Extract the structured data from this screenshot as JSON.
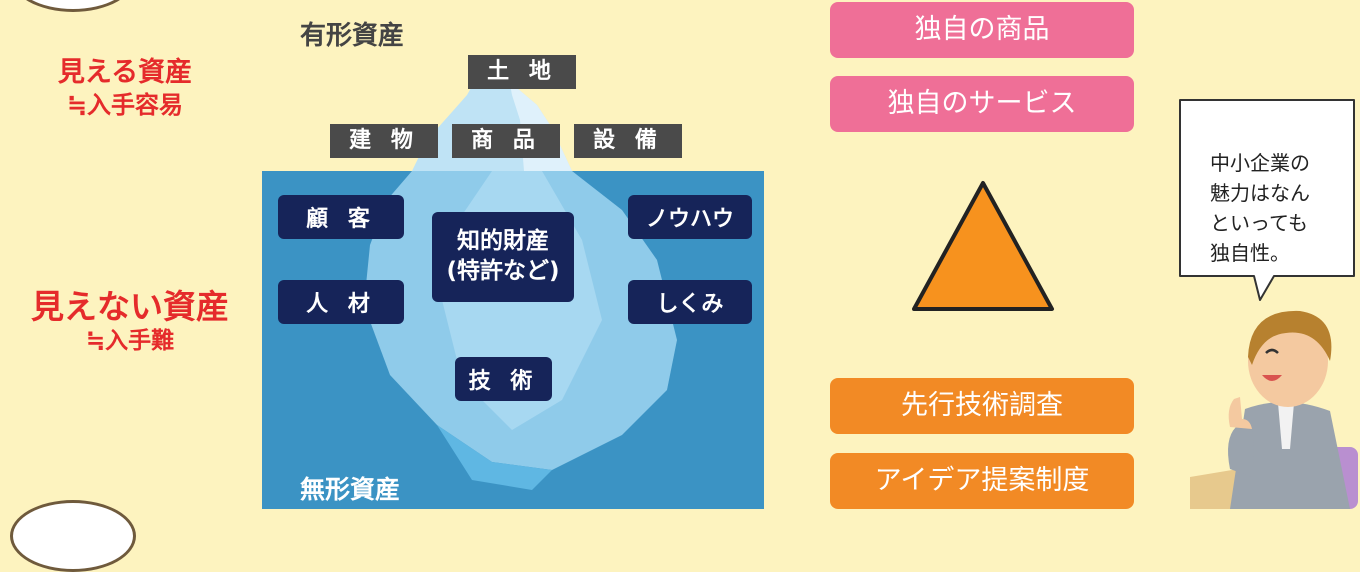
{
  "left_labels": {
    "visible_asset": "見える資産",
    "visible_asset_sub": "≒入手容易",
    "invisible_asset": "見えない資産",
    "invisible_asset_sub": "≒入手難"
  },
  "iceberg": {
    "tangible_heading": "有形資産",
    "intangible_heading": "無形資産",
    "tangible_items": [
      "土 地",
      "建 物",
      "商 品",
      "設 備"
    ],
    "intangible_items": {
      "customers": "顧 客",
      "human_resources": "人 材",
      "ip_line1": "知的財産",
      "ip_line2": "(特許など)",
      "knowhow": "ノウハウ",
      "systems": "しくみ",
      "technology": "技 術"
    }
  },
  "right_column": {
    "unique_product": "独自の商品",
    "unique_service": "独自のサービス",
    "prior_art_search": "先行技術調査",
    "idea_proposal": "アイデア提案制度"
  },
  "speech_bubble": [
    "中小企業の",
    "魅力はなん",
    "といっても",
    "独自性。"
  ],
  "colors": {
    "background": "#fdf3bf",
    "red_label": "#e52b2b",
    "sea": "#3b93c4",
    "navy": "#162459",
    "pink": "#ef6f97",
    "orange": "#f28a25",
    "triangle": "#f7921e"
  }
}
